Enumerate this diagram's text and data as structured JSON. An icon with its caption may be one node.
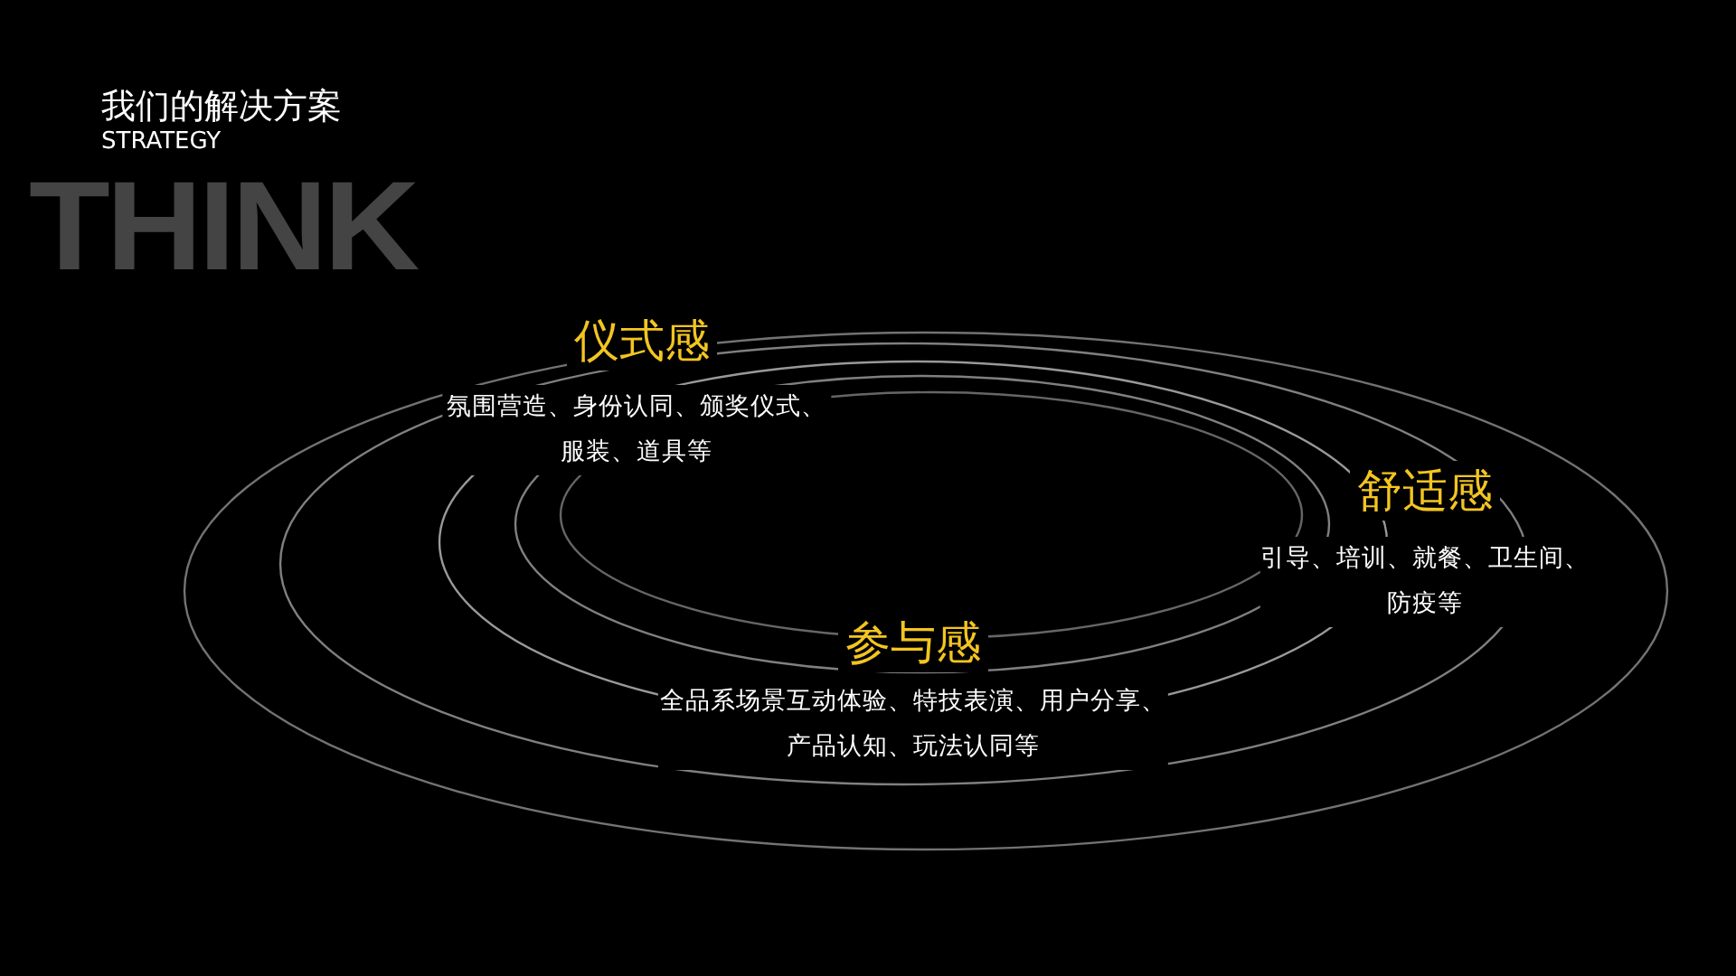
{
  "diagram": {
    "title": "我们的解决方案",
    "labels": [
      "THINK",
      "STRATEGY",
      "仪式感",
      "氛围营造、身份认同、颁奖仪式、服装、道具等",
      "舒适感",
      "引导、培训、就餐、卫生间、防疫等",
      "参与感",
      "全品系场景互动体验、特技表演、用户分享、产品认知、玩法认同等"
    ]
  }
}
